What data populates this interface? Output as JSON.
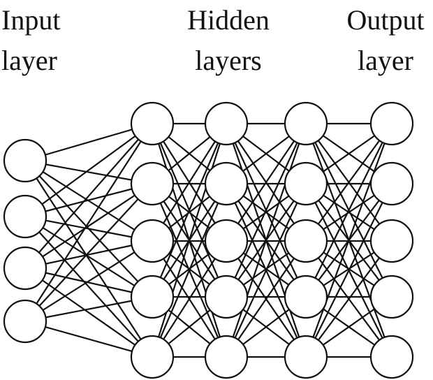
{
  "labels": {
    "input": {
      "line1": "Input",
      "line2": "layer"
    },
    "hidden": {
      "line1": "Hidden",
      "line2": "layers"
    },
    "output": {
      "line1": "Output",
      "line2": "layer"
    }
  },
  "network": {
    "layers": [
      {
        "name": "input",
        "nodes": 4
      },
      {
        "name": "hidden-1",
        "nodes": 5
      },
      {
        "name": "hidden-2",
        "nodes": 5
      },
      {
        "name": "hidden-3",
        "nodes": 5
      },
      {
        "name": "output",
        "nodes": 5
      }
    ],
    "connections": "fully-connected",
    "stroke_color": "#111111",
    "fill_color": "#ffffff"
  }
}
